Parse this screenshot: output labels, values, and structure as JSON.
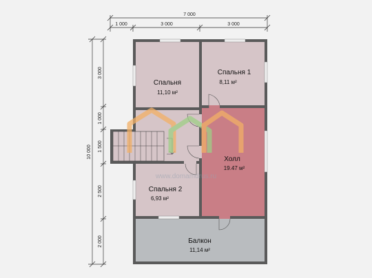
{
  "dimensions": {
    "top_total": "7 000",
    "top_parts": [
      "1 000",
      "3 000",
      "3 000"
    ],
    "left_total": "10 000",
    "left_parts": [
      "3 000",
      "1 000",
      "1 500",
      "2 500",
      "2 000"
    ]
  },
  "rooms": [
    {
      "name": "Спальня",
      "area": "11,10 м²"
    },
    {
      "name": "Спальня 1",
      "area": "8,11 м²"
    },
    {
      "name": "Холл",
      "area": "19.47 м²"
    },
    {
      "name": "Спальня 2",
      "area": "6,93 м²"
    },
    {
      "name": "Балкон",
      "area": "11,14 м²"
    }
  ],
  "watermark": "www.domamdrus.ru",
  "colors": {
    "bedroom_fill": "#d6c5c8",
    "hall_fill": "#c97e86",
    "balcony_fill": "#b9bcbf",
    "wall": "#5a5a5a",
    "logo_orange": "#f2b066",
    "logo_green": "#9fcf86"
  }
}
